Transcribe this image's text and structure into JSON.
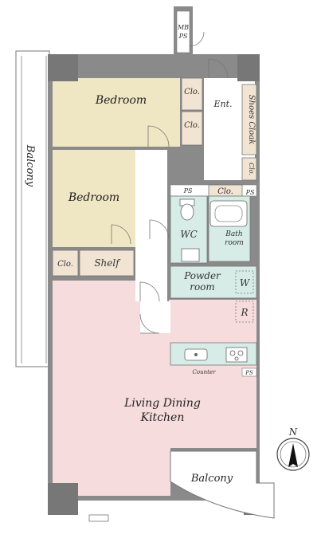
{
  "rooms": {
    "bedroom_top": "Bedroom",
    "bedroom_mid": "Bedroom",
    "balcony_west": "Balcony",
    "balcony_south": "Balcony",
    "ldk_line1": "Living Dining",
    "ldk_line2": "Kitchen",
    "entrance": "Ent.",
    "shoes_cloak": "Shoes Cloak",
    "wc": "WC",
    "bath_line1": "Bath",
    "bath_line2": "room",
    "powder_line1": "Powder",
    "powder_line2": "room",
    "shelf": "Shelf",
    "counter": "Counter"
  },
  "storage": {
    "clo_bed1_top": "Clo.",
    "clo_bed1_bottom": "Clo.",
    "clo_hall": "Clo.",
    "clo_shoes": "Clo.",
    "clo_bed2": "Clo."
  },
  "fixtures": {
    "mb": "MB",
    "ps_top": "PS",
    "ps_wc": "PS",
    "ps_bath": "PS",
    "ps_counter": "PS",
    "washer": "W",
    "fridge": "R"
  },
  "compass": {
    "north": "N"
  },
  "colors": {
    "wall": "#8a8a8a",
    "bedroom": "#efe6c3",
    "living": "#f6dcdc",
    "wet": "#d7ece6",
    "closet": "#f1e4d3",
    "floor": "#ffffff"
  }
}
